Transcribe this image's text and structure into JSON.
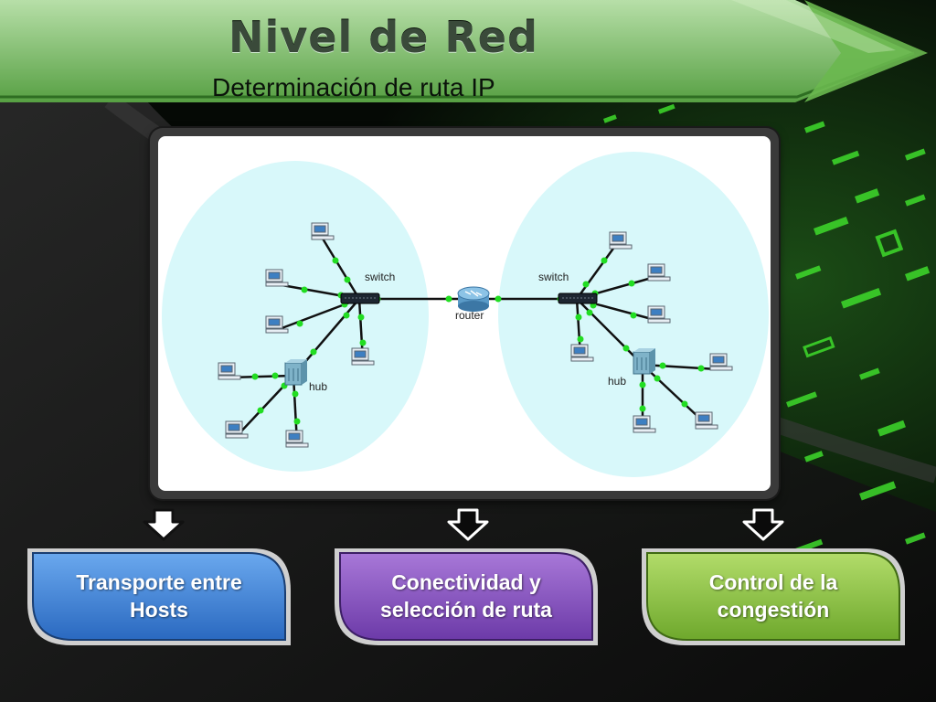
{
  "title": "Nivel de Red",
  "subtitle": "Determinación de ruta IP",
  "diagram": {
    "left_switch_label": "switch",
    "right_switch_label": "switch",
    "router_label": "router",
    "left_hub_label": "hub",
    "right_hub_label": "hub"
  },
  "boxes": [
    {
      "label": "Transporte entre\nHosts",
      "color": "#3b7ed6"
    },
    {
      "label": "Conectividad y\nselección de ruta",
      "color": "#8a55c2"
    },
    {
      "label": "Control de la\ncongestión",
      "color": "#8cc63f"
    }
  ],
  "colors": {
    "accent_green": "#5fc53b",
    "link_dot": "#22dd22",
    "cloud": "#d8f8fa"
  }
}
